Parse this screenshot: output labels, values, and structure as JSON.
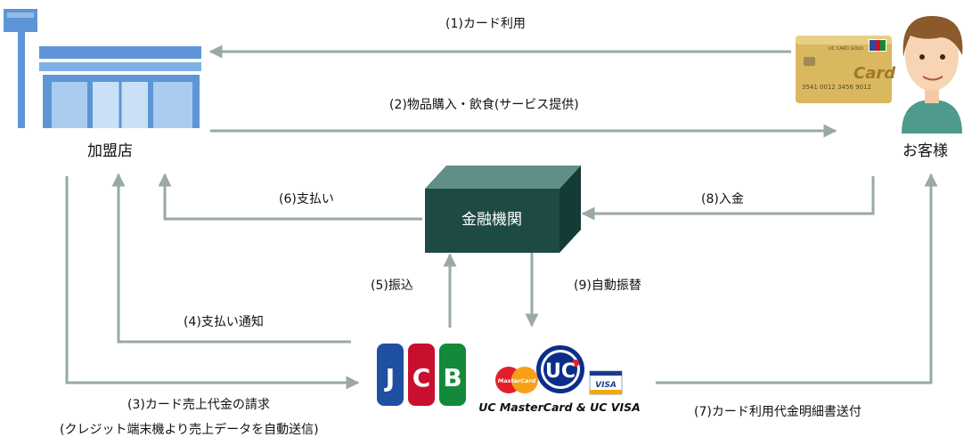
{
  "nodes": {
    "merchant": "加盟店",
    "customer": "お客様",
    "bank": "金融機関"
  },
  "steps": {
    "s1": "(1)カード利用",
    "s2": "(2)物品購入・飲食(サービス提供)",
    "s3": "(3)カード売上代金の請求",
    "s3_note": "(クレジット端末機より売上データを自動送信)",
    "s4": "(4)支払い通知",
    "s5": "(5)振込",
    "s6": "(6)支払い",
    "s7": "(7)カード利用代金明細書送付",
    "s8": "(8)入金",
    "s9": "(9)自動振替"
  },
  "card": {
    "brand_text": "UC CARD GOLD",
    "number": "3541 0012 3456 9012",
    "issuer_mark": "JCB"
  },
  "logos": {
    "jcb": "JCB",
    "uc": "UC",
    "mastercard": "MasterCard",
    "visa": "VISA",
    "uc_caption": "UC MasterCard & UC VISA"
  },
  "colors": {
    "arrow": "#98a9a6",
    "bank_box": "#1e4a44",
    "store_blue": "#5d95d6",
    "card_gold": "#d9b860"
  }
}
